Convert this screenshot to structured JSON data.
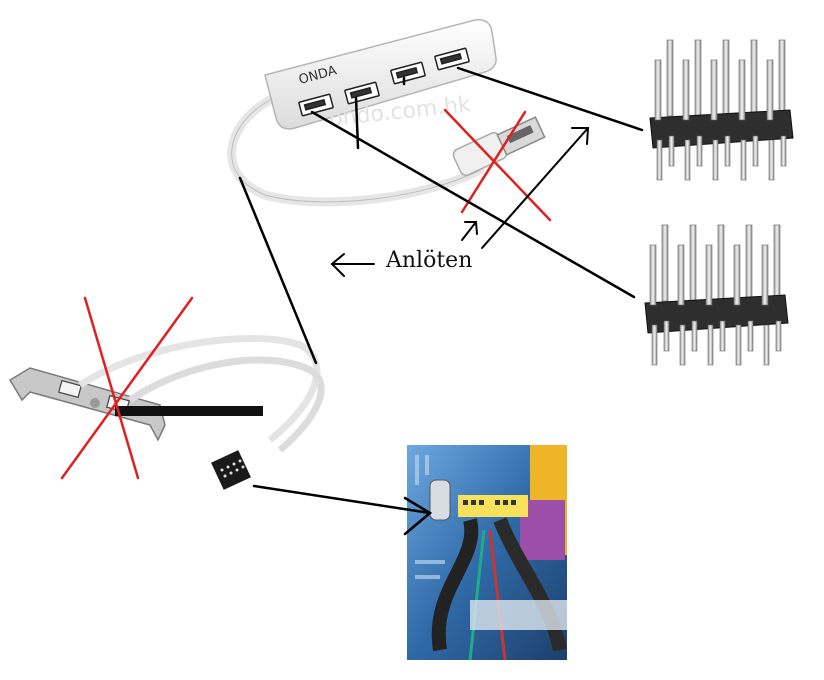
{
  "label": {
    "text": "Anlöten"
  },
  "hub": {
    "brand": "ONDA",
    "watermark": "ondo.com.hk"
  },
  "colors": {
    "arrow": "#000000",
    "cross": "#e02020",
    "hub": "#f2f2f2",
    "board": "#3a78b8"
  },
  "icons": [
    "usb-hub-icon",
    "usb-plug-icon",
    "pin-header-icon",
    "slot-bracket-icon",
    "motherboard-photo-icon"
  ]
}
